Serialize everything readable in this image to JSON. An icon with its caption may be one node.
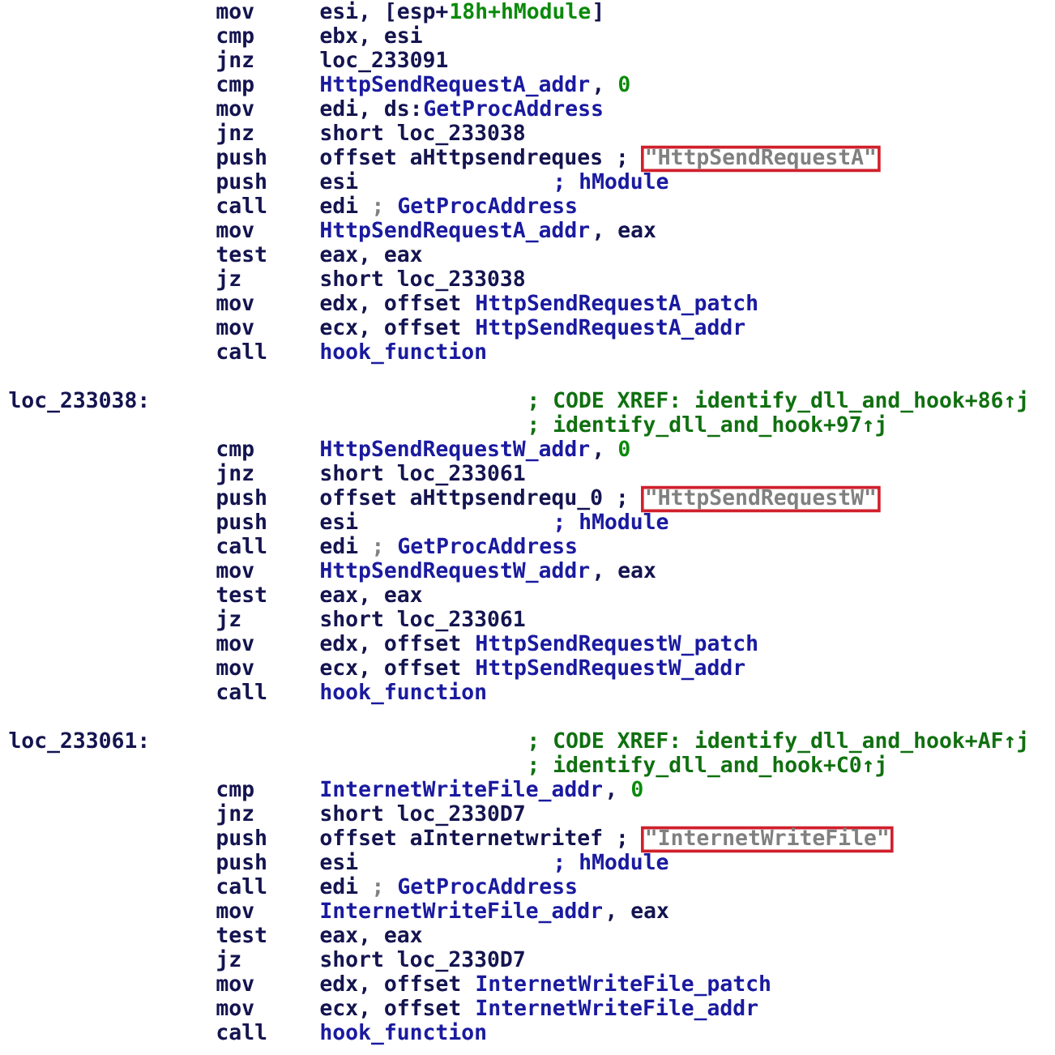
{
  "diagram": {
    "nodes": [
      {
        "text": [
          "\"HttpSendRequestA\""
        ]
      },
      {
        "text": [
          "\"HttpSendRequestW\""
        ]
      },
      {
        "text": [
          "\"InternetWriteFile\""
        ]
      }
    ],
    "labels": [
      "mov",
      "esi, [esp+",
      "18h+hModule",
      "]",
      "cmp",
      "ebx, esi",
      "jnz",
      "loc_233091",
      "cmp",
      "HttpSendRequestA_addr",
      ",",
      "0",
      "mov",
      "edi, ds:",
      "GetProcAddress",
      "jnz",
      "short loc_233038",
      "push",
      "offset aHttpsendreques ;",
      "push",
      "esi",
      "; hModule",
      "call",
      "edi",
      ";",
      "GetProcAddress",
      "mov",
      "HttpSendRequestA_addr",
      ", eax",
      "test",
      "eax, eax",
      "jz",
      "short loc_233038",
      "mov",
      "edx, offset",
      "HttpSendRequestA_patch",
      "mov",
      "ecx, offset",
      "HttpSendRequestA_addr",
      "call",
      "hook_function",
      "loc_233038:",
      "; CODE XREF: identify_dll_and_hook+86↑j",
      "; identify_dll_and_hook+97↑j",
      "cmp",
      "HttpSendRequestW_addr",
      ",",
      "0",
      "jnz",
      "short loc_233061",
      "push",
      "offset aHttpsendrequ_0 ;",
      "push",
      "esi",
      "; hModule",
      "call",
      "edi",
      ";",
      "GetProcAddress",
      "mov",
      "HttpSendRequestW_addr",
      ", eax",
      "test",
      "eax, eax",
      "jz",
      "short loc_233061",
      "mov",
      "edx, offset",
      "HttpSendRequestW_patch",
      "mov",
      "ecx, offset",
      "HttpSendRequestW_addr",
      "call",
      "hook_function",
      "loc_233061:",
      "; CODE XREF: identify_dll_and_hook+AF↑j",
      "; identify_dll_and_hook+C0↑j",
      "cmp",
      "InternetWriteFile_addr",
      ",",
      "0",
      "jnz",
      "short loc_2330D7",
      "push",
      "offset aInternetwritef ;",
      "push",
      "esi",
      "; hModule",
      "call",
      "edi",
      ";",
      "GetProcAddress",
      "mov",
      "InternetWriteFile_addr",
      ", eax",
      "test",
      "eax, eax",
      "jz",
      "short loc_2330D7",
      "mov",
      "edx, offset",
      "InternetWriteFile_patch",
      "mov",
      "ecx, offset",
      "InternetWriteFile_addr",
      "call",
      "hook_function"
    ]
  }
}
